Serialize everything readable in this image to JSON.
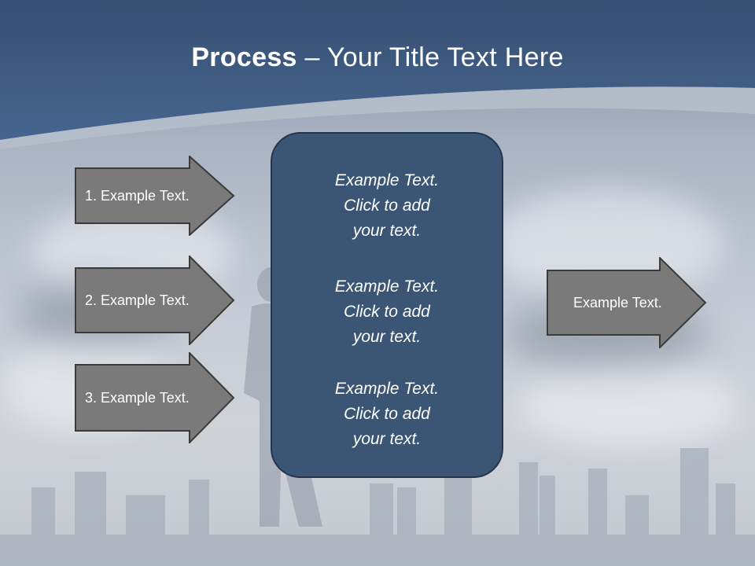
{
  "title": {
    "bold": "Process",
    "rest": " – Your Title Text Here"
  },
  "left_arrows": [
    {
      "label": "1. Example Text."
    },
    {
      "label": "2. Example Text."
    },
    {
      "label": "3. Example Text."
    }
  ],
  "center_box": {
    "blocks": [
      {
        "line1": "Example Text.",
        "line2": "Click  to add",
        "line3": "your text."
      },
      {
        "line1": "Example Text.",
        "line2": "Click  to add",
        "line3": "your text."
      },
      {
        "line1": "Example Text.",
        "line2": "Click  to add",
        "line3": "your text."
      }
    ]
  },
  "right_arrow": {
    "label": "Example Text."
  },
  "colors": {
    "header": "#3f5f88",
    "arrow_fill": "#7a7a7a",
    "box_fill": "#3b5674"
  }
}
